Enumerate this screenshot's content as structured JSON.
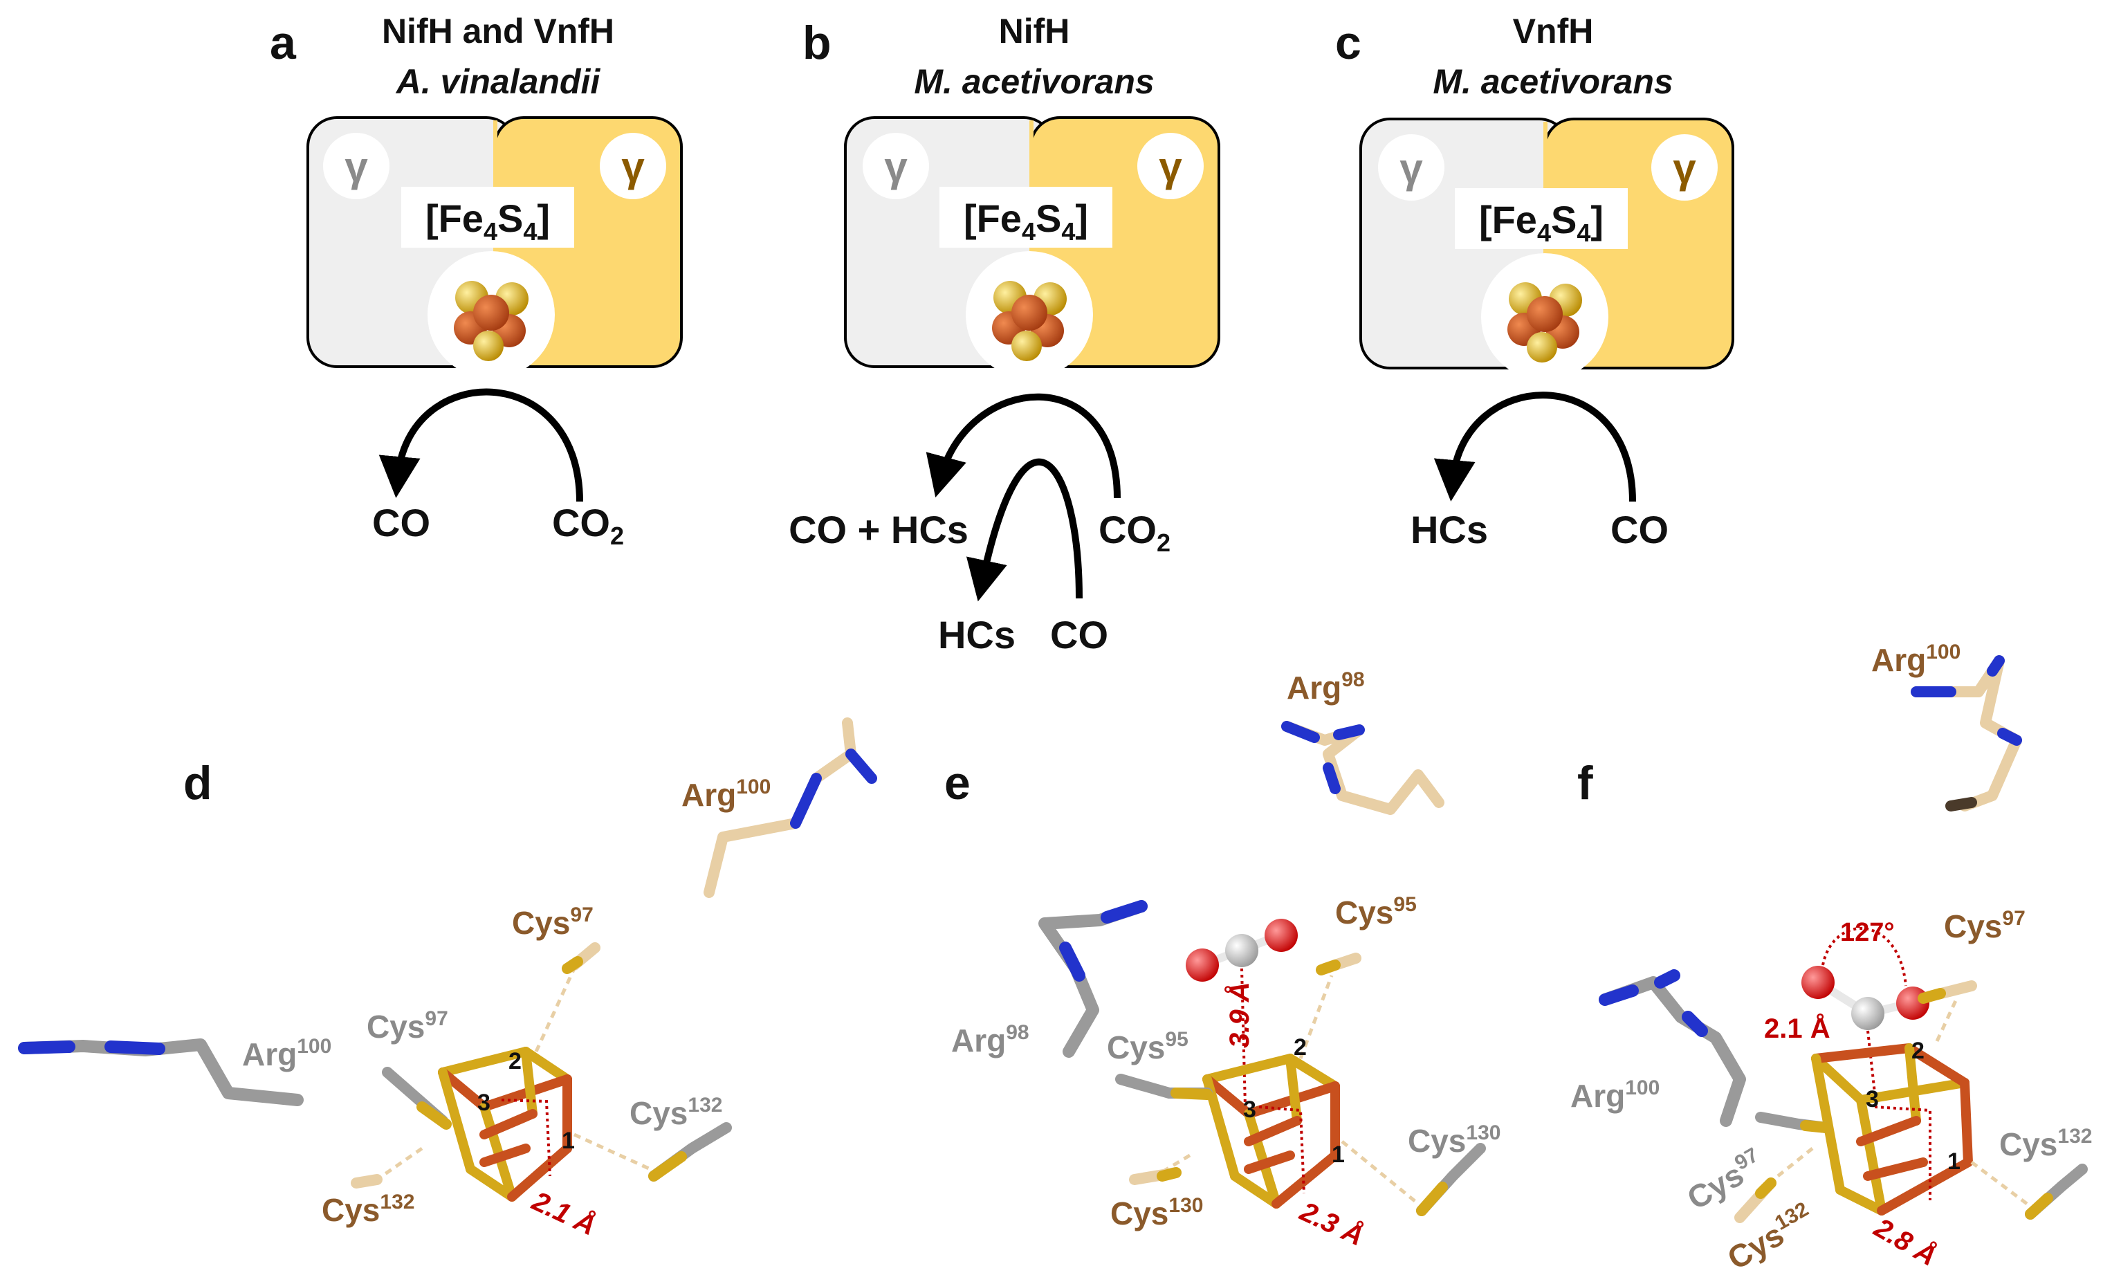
{
  "panels": {
    "a": {
      "letter": "a",
      "title": "NifH and VnfH",
      "organism": "A. vinalandii",
      "subunit_symbol": "γ",
      "cluster": {
        "prefix": "[Fe",
        "fe_sub": "4",
        "s": "S",
        "s_sub": "4",
        "suffix": "]"
      },
      "substrate": {
        "base": "CO",
        "sub": "2"
      },
      "product": "CO"
    },
    "b": {
      "letter": "b",
      "title": "NifH",
      "organism": "M. acetivorans",
      "subunit_symbol": "γ",
      "cluster": {
        "prefix": "[Fe",
        "fe_sub": "4",
        "s": "S",
        "s_sub": "4",
        "suffix": "]"
      },
      "substrate1": {
        "base": "CO",
        "sub": "2"
      },
      "product1": "CO + HCs",
      "substrate2": "CO",
      "product2": "HCs"
    },
    "c": {
      "letter": "c",
      "title": "VnfH",
      "organism": "M. acetivorans",
      "subunit_symbol": "γ",
      "cluster": {
        "prefix": "[Fe",
        "fe_sub": "4",
        "s": "S",
        "s_sub": "4",
        "suffix": "]"
      },
      "substrate": "CO",
      "product": "HCs"
    },
    "d": {
      "letter": "d",
      "residues": {
        "arg_brown": {
          "name": "Arg",
          "sup": "100"
        },
        "arg_gray": {
          "name": "Arg",
          "sup": "100"
        },
        "cys_top": {
          "name": "Cys",
          "sup": "97"
        },
        "cys_left": {
          "name": "Cys",
          "sup": "97"
        },
        "cys_right": {
          "name": "Cys",
          "sup": "132"
        },
        "cys_bottom": {
          "name": "Cys",
          "sup": "132"
        }
      },
      "atoms": [
        "1",
        "2",
        "3"
      ],
      "distance": "2.1 Å"
    },
    "e": {
      "letter": "e",
      "residues": {
        "arg_brown": {
          "name": "Arg",
          "sup": "98"
        },
        "arg_gray": {
          "name": "Arg",
          "sup": "98"
        },
        "cys_top": {
          "name": "Cys",
          "sup": "95"
        },
        "cys_left": {
          "name": "Cys",
          "sup": "95"
        },
        "cys_right": {
          "name": "Cys",
          "sup": "130"
        },
        "cys_bottom": {
          "name": "Cys",
          "sup": "130"
        }
      },
      "atoms": [
        "1",
        "2",
        "3"
      ],
      "distance_vertical": "3.9 Å",
      "distance": "2.3 Å"
    },
    "f": {
      "letter": "f",
      "residues": {
        "arg_brown": {
          "name": "Arg",
          "sup": "100"
        },
        "arg_gray": {
          "name": "Arg",
          "sup": "100"
        },
        "cys_top": {
          "name": "Cys",
          "sup": "97"
        },
        "cys_left": {
          "name": "Cys",
          "sup": "97"
        },
        "cys_right": {
          "name": "Cys",
          "sup": "132"
        },
        "cys_bottom": {
          "name": "Cys",
          "sup": "132"
        }
      },
      "atoms": [
        "1",
        "2",
        "3"
      ],
      "angle": "127°",
      "distance_left": "2.1 Å",
      "distance": "2.8 Å"
    }
  },
  "colors": {
    "subunit_gray": "#efefef",
    "subunit_yellow": "#fdd870",
    "fe": "#c8501e",
    "s": "#e0b21c",
    "carbon_gray": "#9a9a9a",
    "carbon_tan": "#e8cfa5",
    "nitrogen": "#2233cc",
    "oxygen": "#e02020",
    "distance_red": "#c00000",
    "residue_brown": "#8b5a2b"
  }
}
